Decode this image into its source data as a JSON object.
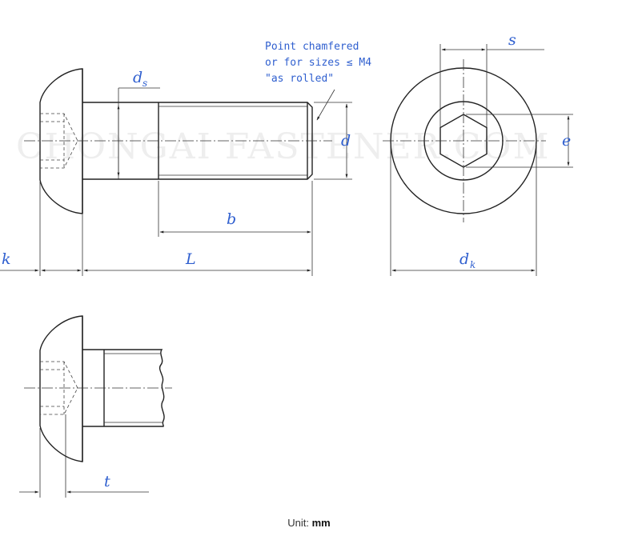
{
  "watermark": "CHONGAI FASTENER.COM",
  "note": {
    "line1": "Point chamfered",
    "line2": "or for sizes ≤ M4",
    "line3": "\"as rolled\""
  },
  "dims": {
    "ds": "d",
    "ds_sub": "s",
    "d": "d",
    "b": "b",
    "k": "k",
    "L": "L",
    "s": "s",
    "e": "e",
    "dk": "d",
    "dk_sub": "k",
    "t": "t"
  },
  "unit": {
    "label": "Unit:",
    "value": "mm"
  }
}
